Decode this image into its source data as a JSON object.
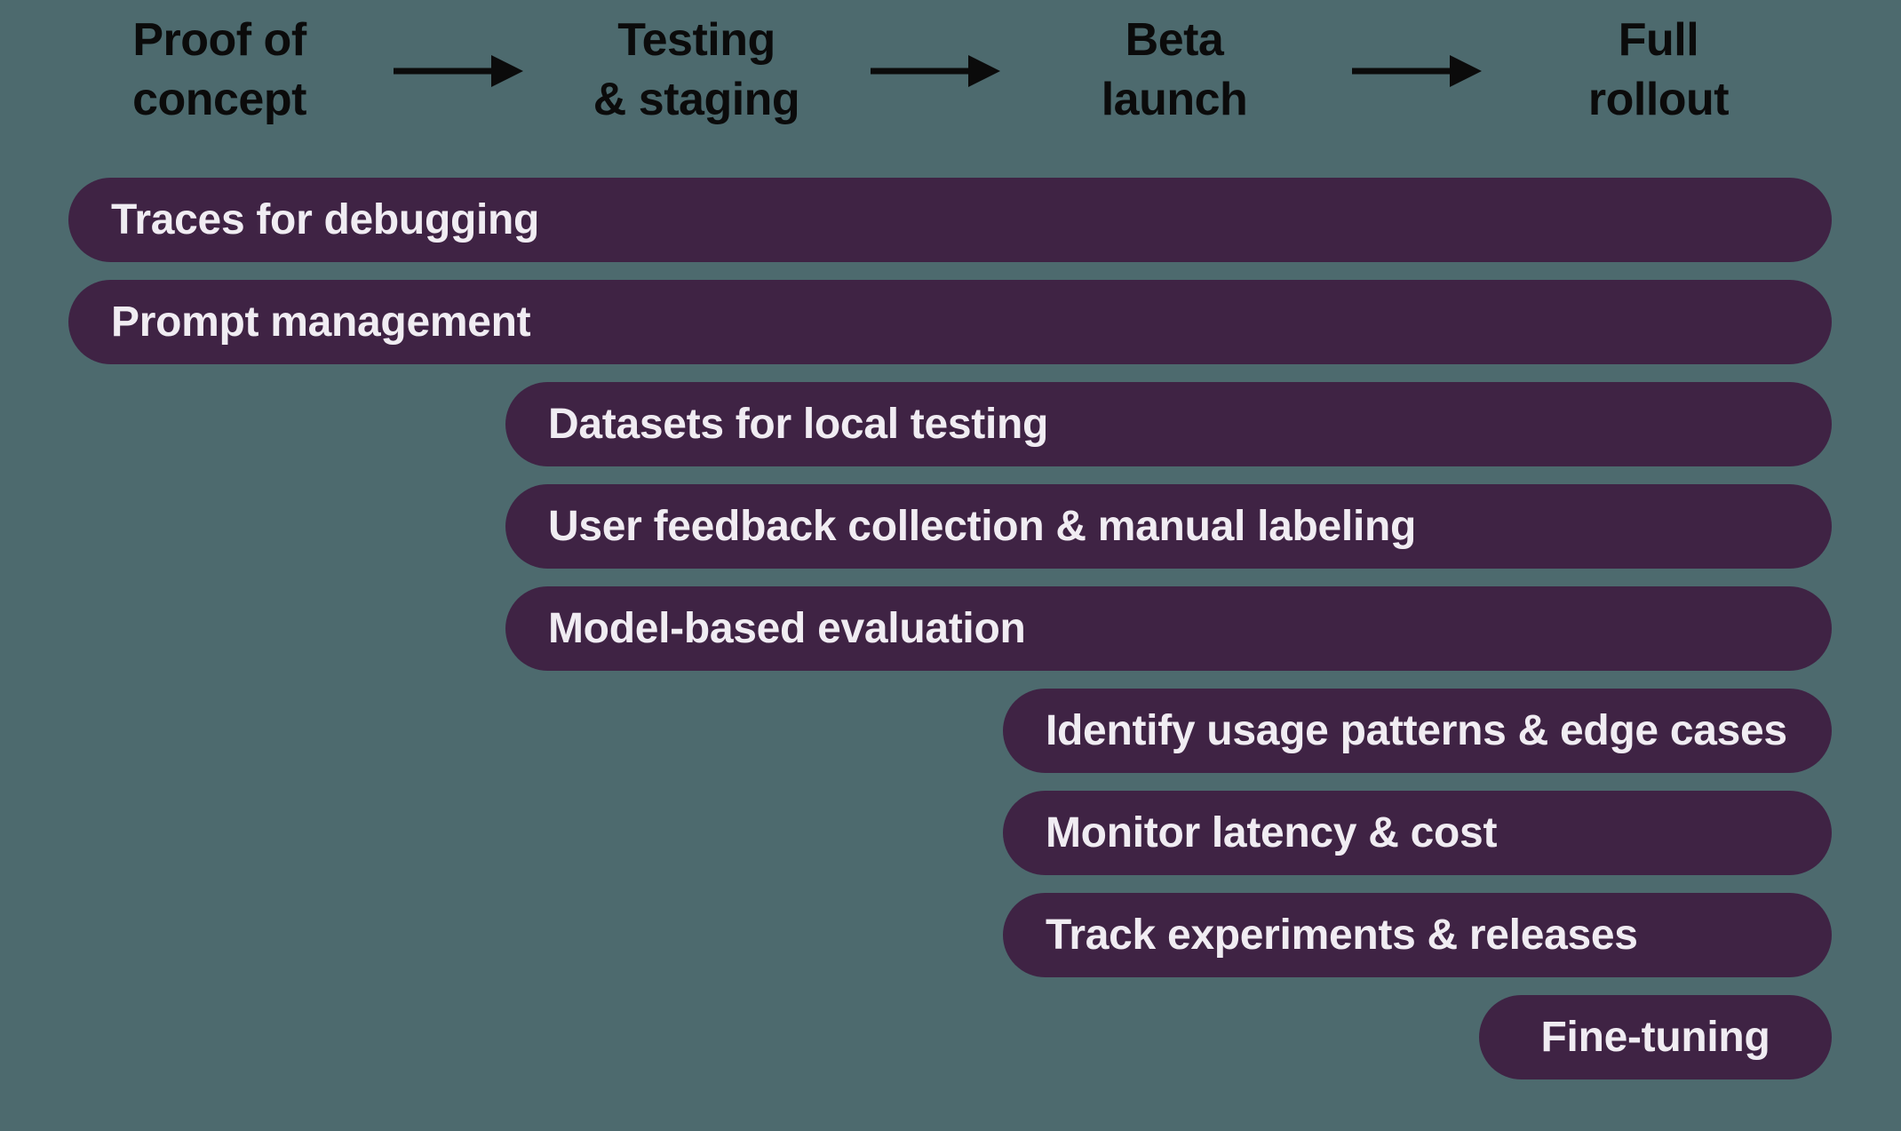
{
  "colors": {
    "background": "#4D6A6E",
    "bar": "#3F2344",
    "bar_text": "#F0ECF2",
    "header_text": "#0B0B0B",
    "arrow": "#0B0B0B"
  },
  "stages": [
    {
      "line1": "Proof of",
      "line2": "concept"
    },
    {
      "line1": "Testing",
      "line2": "& staging"
    },
    {
      "line1": "Beta",
      "line2": "launch"
    },
    {
      "line1": "Full",
      "line2": "rollout"
    }
  ],
  "bars": [
    {
      "label": "Traces for debugging",
      "start_stage": "Proof of concept",
      "end_stage": "Full rollout"
    },
    {
      "label": "Prompt management",
      "start_stage": "Proof of concept",
      "end_stage": "Full rollout"
    },
    {
      "label": "Datasets for local testing",
      "start_stage": "Testing & staging",
      "end_stage": "Full rollout"
    },
    {
      "label": "User feedback collection & manual labeling",
      "start_stage": "Testing & staging",
      "end_stage": "Full rollout"
    },
    {
      "label": "Model-based evaluation",
      "start_stage": "Testing & staging",
      "end_stage": "Full rollout"
    },
    {
      "label": "Identify usage patterns & edge cases",
      "start_stage": "Beta launch",
      "end_stage": "Full rollout"
    },
    {
      "label": "Monitor latency & cost",
      "start_stage": "Beta launch",
      "end_stage": "Full rollout"
    },
    {
      "label": "Track experiments & releases",
      "start_stage": "Beta launch",
      "end_stage": "Full rollout"
    },
    {
      "label": "Fine-tuning",
      "start_stage": "Full rollout",
      "end_stage": "Full rollout"
    }
  ]
}
